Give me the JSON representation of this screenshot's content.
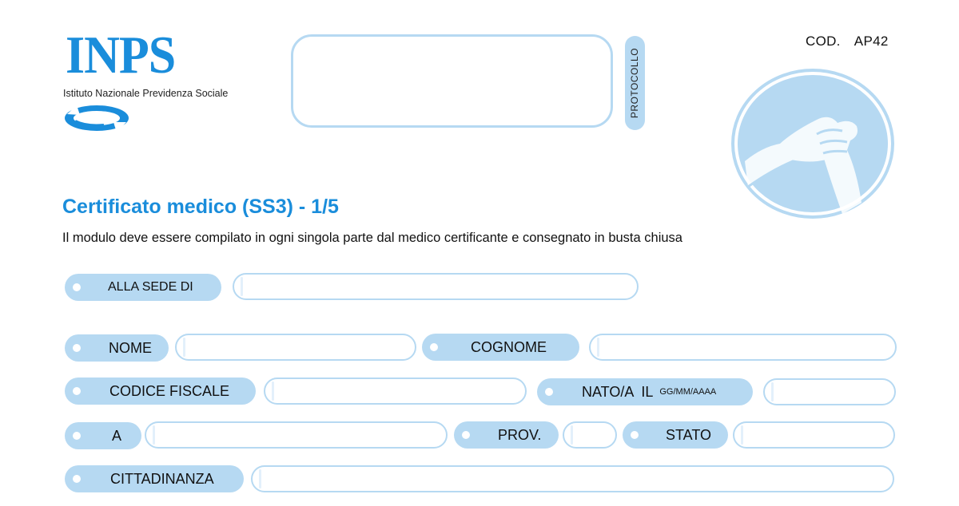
{
  "header": {
    "logo_text": "INPS",
    "logo_subtitle": "Istituto Nazionale Previdenza Sociale",
    "protocol_label": "PROTOCOLLO",
    "code": "COD.  AP42"
  },
  "title": "Certificato medico (SS3) - 1/5",
  "subtitle": "Il modulo deve essere compilato in ogni singola parte dal medico certificante e consegnato in busta chiusa",
  "form": {
    "alla_sede_di": "ALLA SEDE DI",
    "nome": "NOME",
    "cognome": "COGNOME",
    "codice_fiscale": "CODICE FISCALE",
    "nato_il": "NATO/A  IL",
    "date_format": "GG/MM/AAAA",
    "a": "A",
    "prov": "PROV.",
    "stato": "STATO",
    "cittadinanza": "CITTADINANZA"
  },
  "colors": {
    "brand_blue": "#1a8ddb",
    "light_blue": "#b6d9f2"
  },
  "icons": [
    "inps-arrows-icon",
    "handshake-emblem-icon"
  ]
}
